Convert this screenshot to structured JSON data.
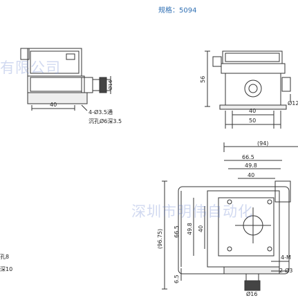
{
  "spec_label": "规格：5094",
  "watermark_top": "有限公司",
  "watermark_bottom": "深圳市明伟自动化",
  "dims": {
    "left_width": "40",
    "left_dia": "Ø16",
    "left_hole1": "4-Ø3.5通",
    "left_hole2": "沉孔Ø6深3.5",
    "left_note1": "孔8",
    "left_note2": "深10",
    "front_height": "56",
    "front_w40": "40",
    "front_w50": "50",
    "front_dia": "Ø12",
    "top_overall": "(94)",
    "top_665": "66.5",
    "top_498": "49.8",
    "top_40": "40",
    "side_9675": "(96.75)",
    "side_665": "66.5",
    "side_498": "49.8",
    "side_40": "40",
    "side_65": "6.5",
    "top_dia": "Ø16",
    "label_4m": "4-M",
    "label_2d": "2-Ø3"
  },
  "colors": {
    "line": "#333333",
    "accent": "#2f6fb3"
  }
}
